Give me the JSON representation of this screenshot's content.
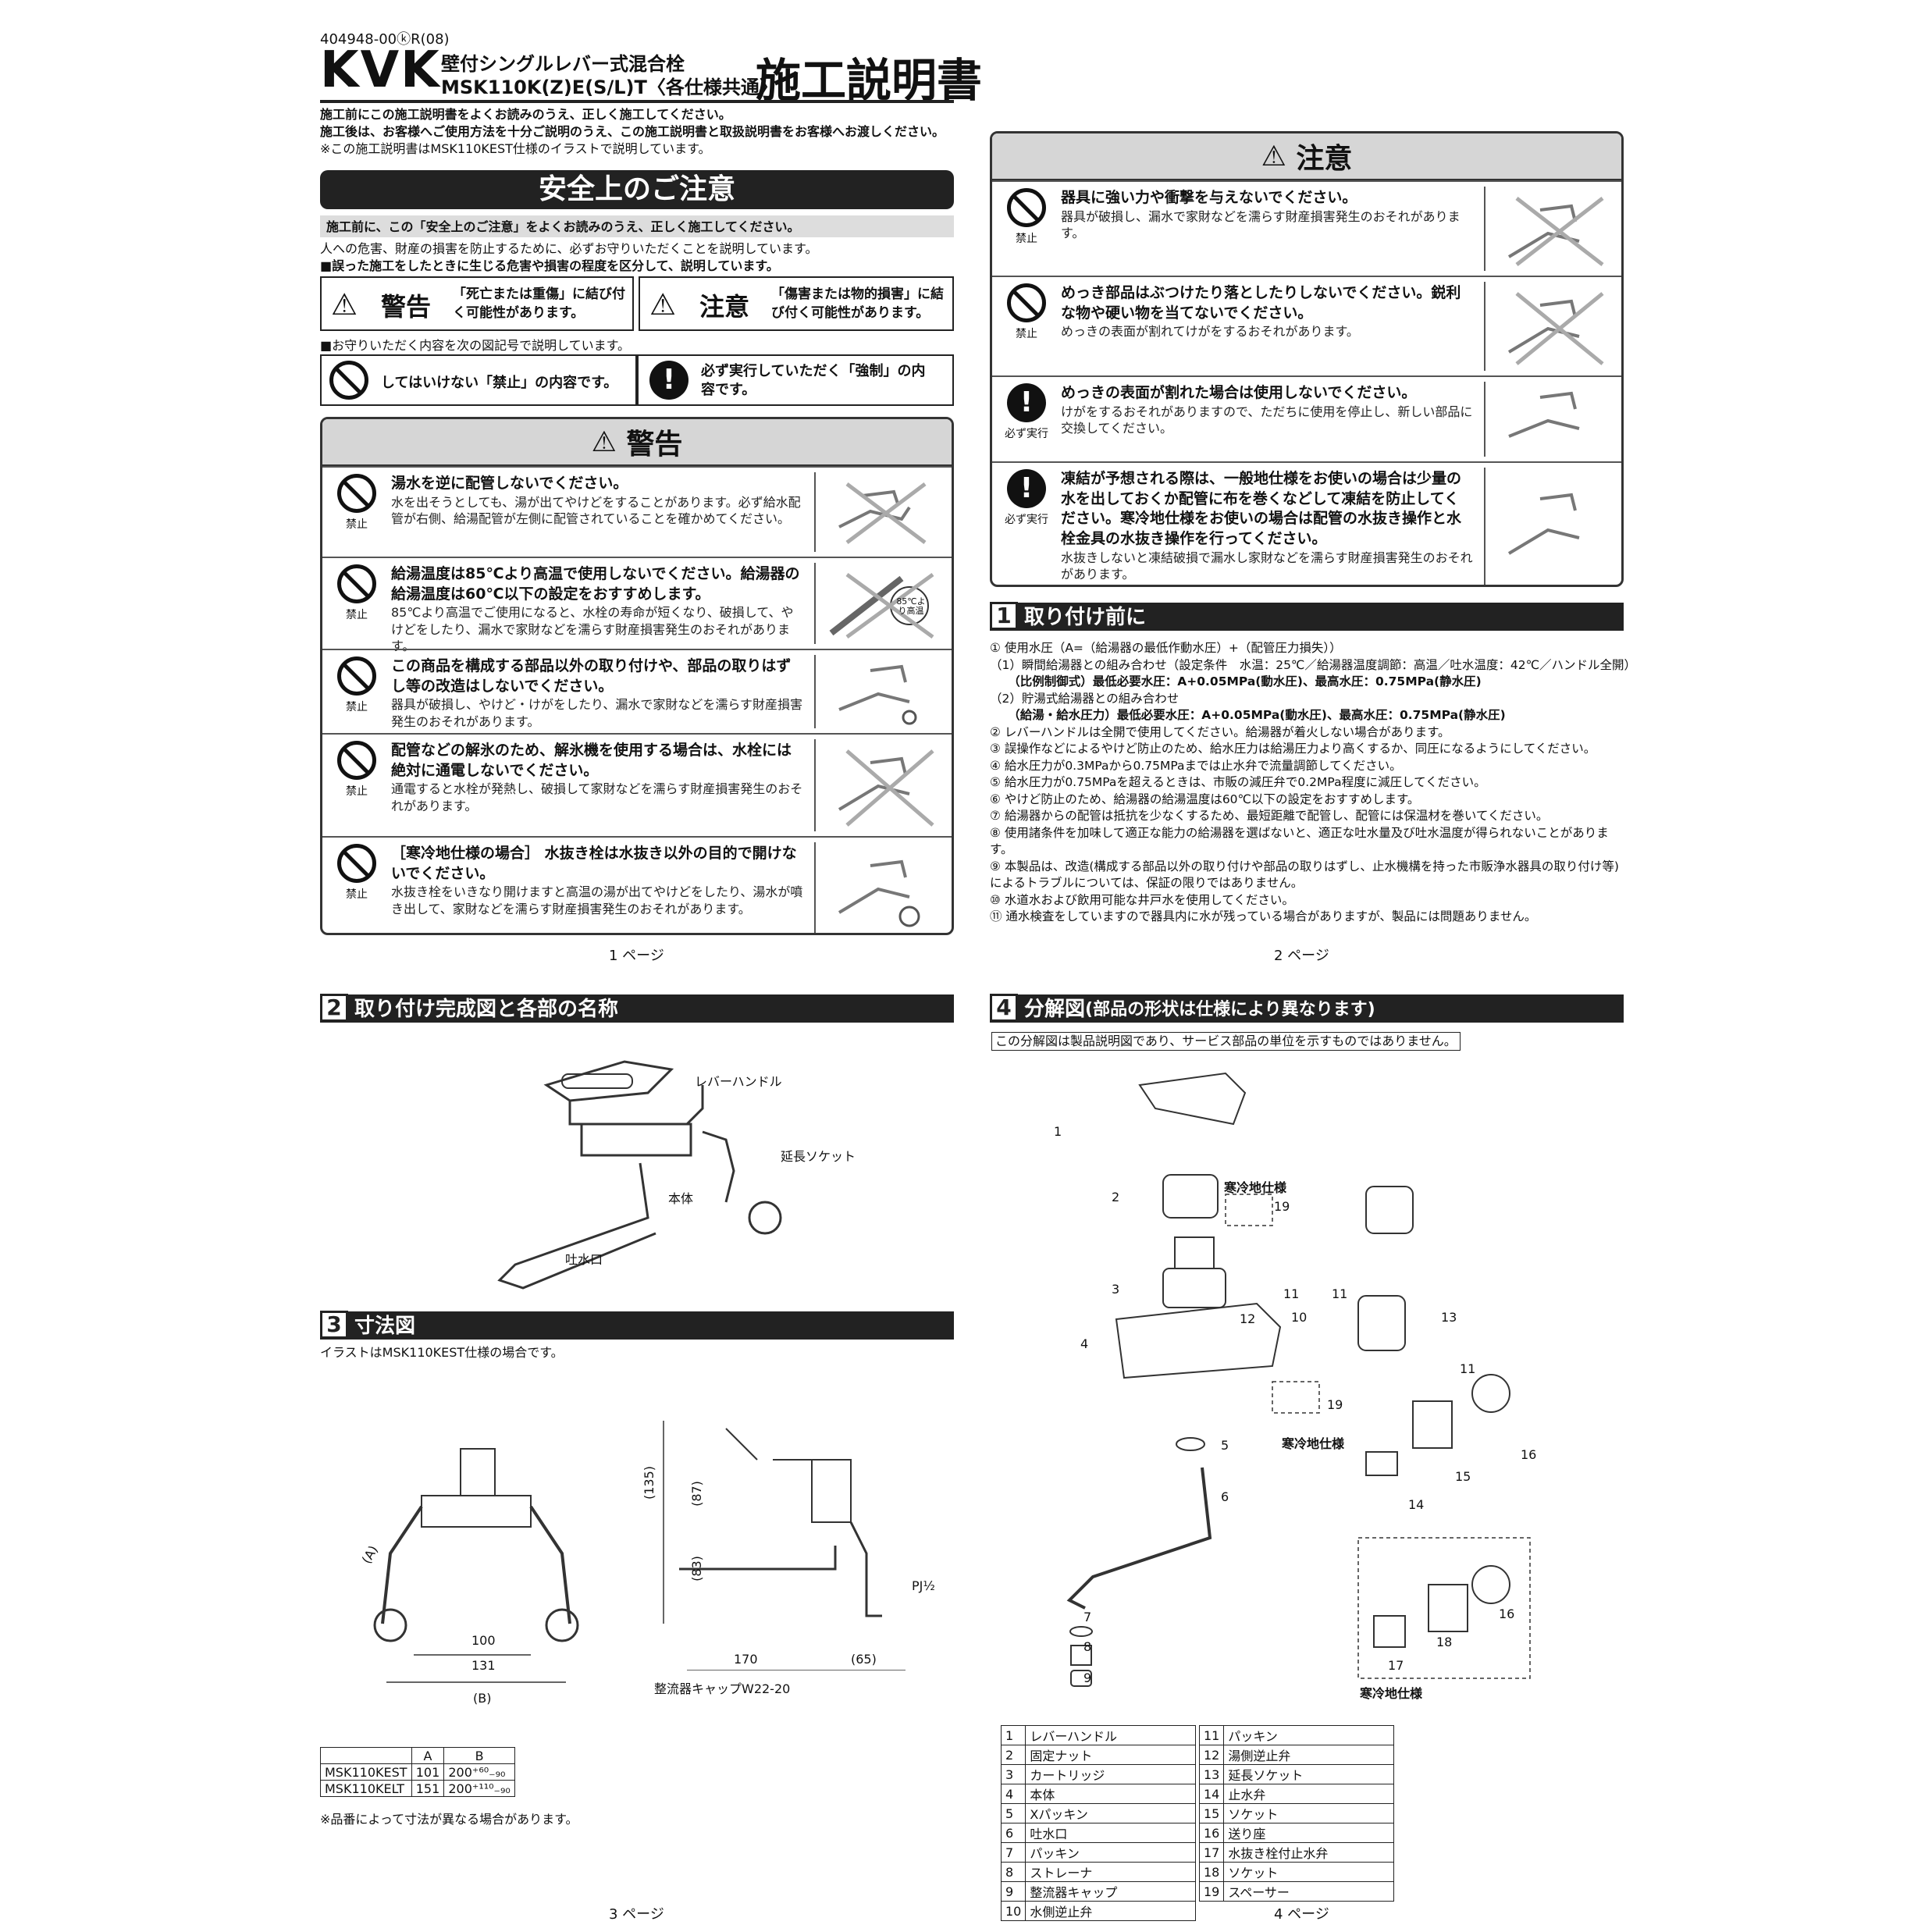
{
  "doc_code": "404948-00ⓚR(08)",
  "header": {
    "brand": "KVK",
    "product_line1": "壁付シングルレバー式混合栓",
    "product_line2": "MSK110K(Z)E(S/L)T〈各仕様共通〉",
    "title": "施工説明書",
    "intro1": "施工前にこの施工説明書をよくお読みのうえ、正しく施工してください。",
    "intro2": "施工後は、お客様へご使用方法を十分ご説明のうえ、この施工説明書と取扱説明書をお客様へお渡しください。",
    "intro3": "※この施工説明書はMSK110KEST仕様のイラストで説明しています。"
  },
  "safety": {
    "title": "安全上のご注意",
    "banner": "施工前に、この「安全上のご注意」をよくお読みのうえ、正しく施工してください。",
    "note1": "人への危害、財産の損害を防止するために、必ずお守りいただくことを説明しています。",
    "note2": "■誤った施工をしたときに生じる危害や損害の程度を区分して、説明しています。",
    "warn_label": "警告",
    "warn_desc": "「死亡または重傷」に結び付く可能性があります。",
    "caution_label": "注意",
    "caution_desc": "「傷害または物的損害」に結び付く可能性があります。",
    "symbols_note": "■お守りいただく内容を次の図記号で説明しています。",
    "prohibit_desc": "してはいけない「禁止」の内容です。",
    "must_desc": "必ず実行していただく「強制」の内容です。"
  },
  "warning_box": {
    "title": "警告",
    "rows": [
      {
        "tag": "禁止",
        "bold": "湯水を逆に配管しないでください。",
        "text": "水を出そうとしても、湯が出てやけどをすることがあります。必ず給水配管が右側、給湯配管が左側に配管されていることを確かめてください。"
      },
      {
        "tag": "禁止",
        "bold": "給湯温度は85℃より高温で使用しないでください。給湯器の給湯温度は60℃以下の設定をおすすめします。",
        "text": "85℃より高温でご使用になると、水栓の寿命が短くなり、破損して、やけどをしたり、漏水で家財などを濡らす財産損害発生のおそれがあります。",
        "pic_label": "85℃より高温"
      },
      {
        "tag": "禁止",
        "bold": "この商品を構成する部品以外の取り付けや、部品の取りはずし等の改造はしないでください。",
        "text": "器具が破損し、やけど・けがをしたり、漏水で家財などを濡らす財産損害発生のおそれがあります。"
      },
      {
        "tag": "禁止",
        "bold": "配管などの解氷のため、解氷機を使用する場合は、水栓には絶対に通電しないでください。",
        "text": "通電すると水栓が発熱し、破損して家財などを濡らす財産損害発生のおそれがあります。"
      },
      {
        "tag": "禁止",
        "bold": "［寒冷地仕様の場合］ 水抜き栓は水抜き以外の目的で開けないでください。",
        "text": "水抜き栓をいきなり開けますと高温の湯が出てやけどをしたり、湯水が噴き出して、家財などを濡らす財産損害発生のおそれがあります。"
      }
    ]
  },
  "caution_box": {
    "title": "注意",
    "rows": [
      {
        "tag": "禁止",
        "bold": "器具に強い力や衝撃を与えないでください。",
        "text": "器具が破損し、漏水で家財などを濡らす財産損害発生のおそれがあります。"
      },
      {
        "tag": "禁止",
        "bold": "めっき部品はぶつけたり落としたりしないでください。鋭利な物や硬い物を当てないでください。",
        "text": "めっきの表面が割れてけがをするおそれがあります。"
      },
      {
        "tag": "必ず実行",
        "bold": "めっきの表面が割れた場合は使用しないでください。",
        "text": "けがをするおそれがありますので、ただちに使用を停止し、新しい部品に交換してください。"
      },
      {
        "tag": "必ず実行",
        "bold": "凍結が予想される際は、一般地仕様をお使いの場合は少量の水を出しておくか配管に布を巻くなどして凍結を防止してください。寒冷地仕様をお使いの場合は配管の水抜き操作と水栓金具の水抜き操作を行ってください。",
        "text": "水抜きしないと凍結破損で漏水し家財などを濡らす財産損害発生のおそれがあります。"
      }
    ]
  },
  "sec1": {
    "num": "1",
    "title": "取り付け前に",
    "lines": [
      "① 使用水圧（A=（給湯器の最低作動水圧）+（配管圧力損失））",
      "（1）瞬間給湯器との組み合わせ（設定条件　水温：25℃／給湯器温度調節：高温／吐水温度：42℃／ハンドル全開）",
      "　　（比例制御式）最低必要水圧：A+0.05MPa(動水圧)、最高水圧：0.75MPa(静水圧)",
      "（2）貯湯式給湯器との組み合わせ",
      "　　（給湯・給水圧力）最低必要水圧：A+0.05MPa(動水圧)、最高水圧：0.75MPa(静水圧)",
      "② レバーハンドルは全開で使用してください。給湯器が着火しない場合があります。",
      "③ 誤操作などによるやけど防止のため、給水圧力は給湯圧力より高くするか、同圧になるようにしてください。",
      "④ 給水圧力が0.3MPaから0.75MPaまでは止水弁で流量調節してください。",
      "⑤ 給水圧力が0.75MPaを超えるときは、市販の減圧弁で0.2MPa程度に減圧してください。",
      "⑥ やけど防止のため、給湯器の給湯温度は60℃以下の設定をおすすめします。",
      "⑦ 給湯器からの配管は抵抗を少なくするため、最短距離で配管し、配管には保温材を巻いてください。",
      "⑧ 使用諸条件を加味して適正な能力の給湯器を選ばないと、適正な吐水量及び吐水温度が得られないことがあります。",
      "⑨ 本製品は、改造(構成する部品以外の取り付けや部品の取りはずし、止水機構を持った市販浄水器具の取り付け等)によるトラブルについては、保証の限りではありません。",
      "⑩ 水道水および飲用可能な井戸水を使用してください。",
      "⑪ 通水検査をしていますので器具内に水が残っている場合がありますが、製品には問題ありません。"
    ]
  },
  "sec2": {
    "num": "2",
    "title": "取り付け完成図と各部の名称",
    "labels": [
      "レバーハンドル",
      "延長ソケット",
      "本体",
      "吐水口"
    ]
  },
  "sec3": {
    "num": "3",
    "title": "寸法図",
    "note": "イラストはMSK110KEST仕様の場合です。",
    "dims": {
      "a": "(A)",
      "d100": "100",
      "d131": "131",
      "b": "(B)",
      "d135": "(135)",
      "d87": "(87)",
      "d83": "(83)",
      "d170": "170",
      "d65": "(65)",
      "pj": "PJ½",
      "cap": "整流器キャップW22-20"
    },
    "table": {
      "headers": [
        "",
        "A",
        "B"
      ],
      "rows": [
        [
          "MSK110KEST",
          "101",
          "200⁺⁶⁰₋₉₀"
        ],
        [
          "MSK110KELT",
          "151",
          "200⁺¹¹⁰₋₉₀"
        ]
      ]
    },
    "footnote": "※品番によって寸法が異なる場合があります。"
  },
  "sec4": {
    "num": "4",
    "title": "分解図",
    "title_sub": "(部品の形状は仕様により異なります)",
    "note": "この分解図は製品説明図であり、サービス部品の単位を示すものではありません。",
    "cold_label": "寒冷地仕様",
    "parts": [
      {
        "n": "1",
        "name": "レバーハンドル"
      },
      {
        "n": "2",
        "name": "固定ナット"
      },
      {
        "n": "3",
        "name": "カートリッジ"
      },
      {
        "n": "4",
        "name": "本体"
      },
      {
        "n": "5",
        "name": "Xパッキン"
      },
      {
        "n": "6",
        "name": "吐水口"
      },
      {
        "n": "7",
        "name": "パッキン"
      },
      {
        "n": "8",
        "name": "ストレーナ"
      },
      {
        "n": "9",
        "name": "整流器キャップ"
      },
      {
        "n": "10",
        "name": "水側逆止弁"
      },
      {
        "n": "11",
        "name": "パッキン"
      },
      {
        "n": "12",
        "name": "湯側逆止弁"
      },
      {
        "n": "13",
        "name": "延長ソケット"
      },
      {
        "n": "14",
        "name": "止水弁"
      },
      {
        "n": "15",
        "name": "ソケット"
      },
      {
        "n": "16",
        "name": "送り座"
      },
      {
        "n": "17",
        "name": "水抜き栓付止水弁"
      },
      {
        "n": "18",
        "name": "ソケット"
      },
      {
        "n": "19",
        "name": "スペーサー"
      }
    ]
  },
  "pages": [
    "1 ページ",
    "2 ページ",
    "3 ページ",
    "4 ページ"
  ]
}
